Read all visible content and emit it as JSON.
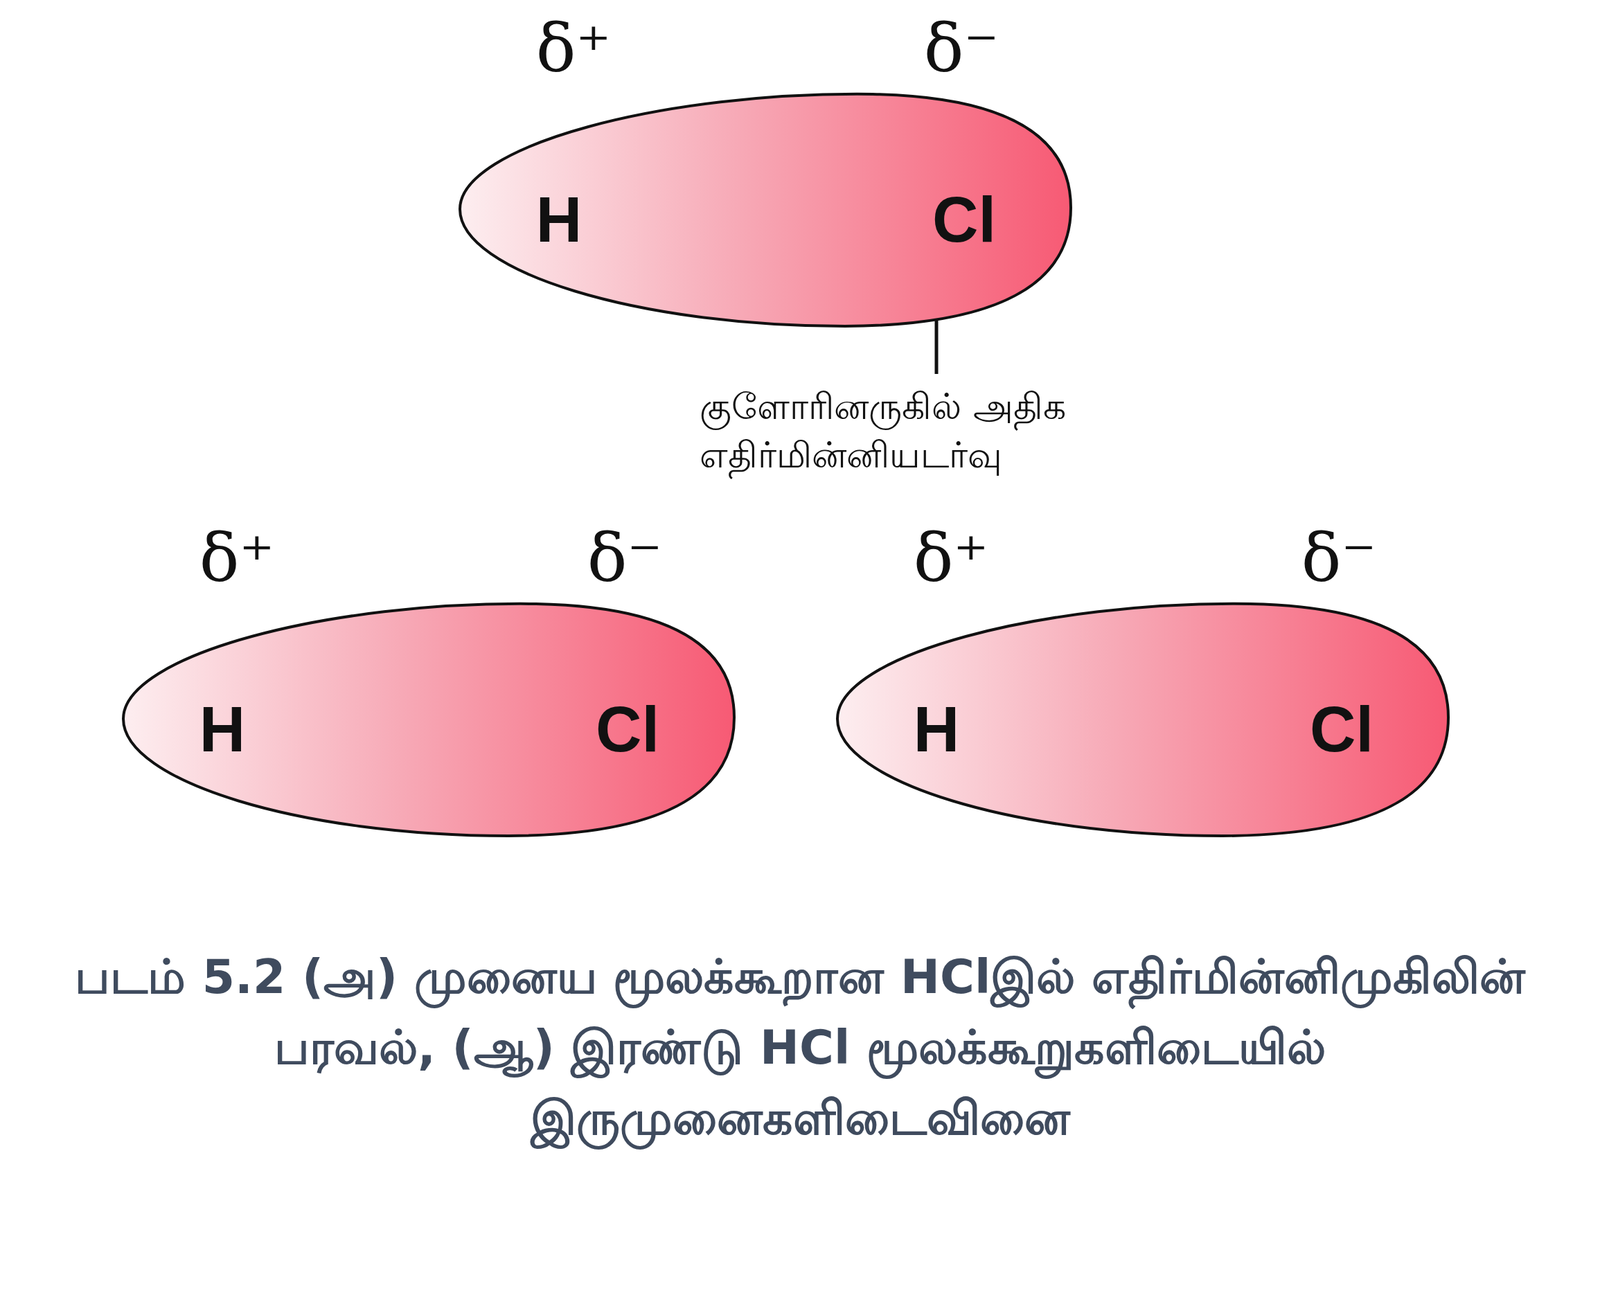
{
  "diagram": {
    "caption": "படம் 5.2 (அ) முனைய மூலக்கூறான HClஇல் எதிர்மின்னிமுகிலின் பரவல், (ஆ) இரண்டு HCl மூலக்கூறுகளிடையில் இருமுனைகளிடைவினை",
    "nodes": [
      {
        "text": [
          "δ⁺",
          "δ⁻",
          "H",
          "Cl"
        ]
      },
      {
        "text": [
          "δ⁺",
          "δ⁻",
          "H",
          "Cl"
        ]
      },
      {
        "text": [
          "δ⁺",
          "δ⁻",
          "H",
          "Cl"
        ]
      }
    ],
    "edges": [],
    "labels": [
      "குளோரினருகில் அதிக எதிர்மின்னியடர்வு"
    ]
  }
}
